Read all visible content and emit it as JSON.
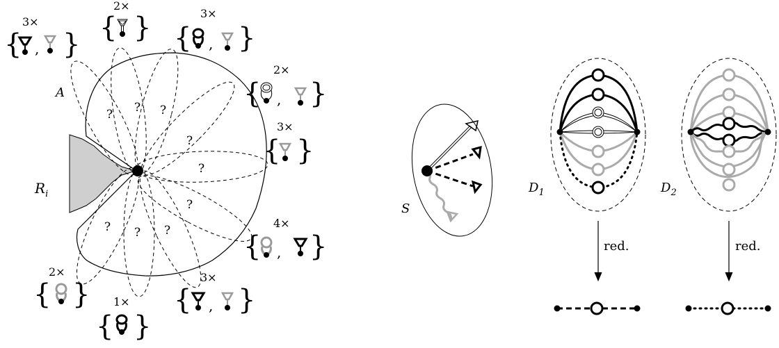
{
  "labels": {
    "A": "A",
    "R": "R",
    "R_sub": "i",
    "S": "S",
    "D1": "D",
    "D1_sub": "1",
    "D2": "D",
    "D2_sub": "2",
    "red1": "red.",
    "red2": "red."
  },
  "question_mark": "?",
  "multiplicities": {
    "m_top_left": "3×",
    "m_top_mid": "2×",
    "m_top_right": "3×",
    "m_right_upper": "2×",
    "m_right_mid": "3×",
    "m_right_lower": "4×",
    "m_bot_right": "3×",
    "m_bot_mid": "1×",
    "m_bot_left": "2×"
  },
  "brace_open": "{",
  "brace_close": "}",
  "comma": ","
}
